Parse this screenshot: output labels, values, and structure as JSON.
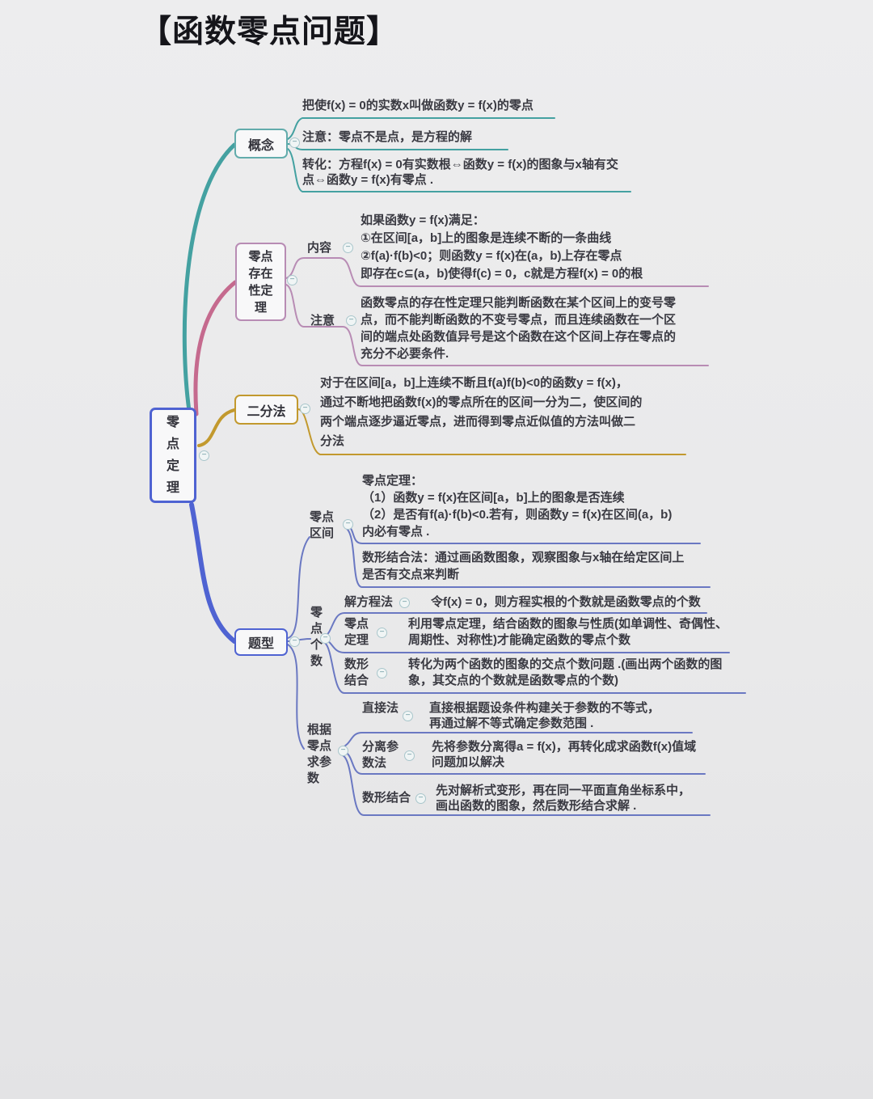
{
  "title": "【函数零点问题】",
  "icons": {
    "collapse": "−"
  },
  "colors": {
    "teal": "#44a1a1",
    "tealbox": "#63acac",
    "rose": "#c56a8e",
    "mauve": "#b88cb4",
    "gold": "#c2992e",
    "blue": "#4f63d2",
    "peri": "#6a78c2"
  },
  "root": {
    "label": "零点定理"
  },
  "branches": {
    "concept": {
      "label": "概念",
      "items": [
        {
          "text": "把使f(x) = 0的实数x叫做函数y = f(x)的零点"
        },
        {
          "text": "注意：零点不是点，是方程的解"
        },
        {
          "text": "转化：方程f(x) = 0有实数根⇔函数y = f(x)的图象与x轴有交\n点⇔函数y = f(x)有零点 ."
        }
      ]
    },
    "existence": {
      "label": "零点存在性定理",
      "content": {
        "label": "内容",
        "text": "如果函数y = f(x)满足：\n①在区间[a，b]上的图象是连续不断的一条曲线\n②f(a)·f(b)<0；则函数y = f(x)在(a，b)上存在零点\n即存在c⊆(a，b)使得f(c) = 0，c就是方程f(x) = 0的根"
      },
      "note": {
        "label": "注意",
        "text": "函数零点的存在性定理只能判断函数在某个区间上的变号零\n点，而不能判断函数的不变号零点，而且连续函数在一个区\n间的端点处函数值异号是这个函数在这个区间上存在零点的\n充分不必要条件."
      }
    },
    "bisection": {
      "label": "二分法",
      "text": "对于在区间[a，b]上连续不断且f(a)f(b)<0的函数y = f(x)，\n通过不断地把函数f(x)的零点所在的区间一分为二，使区间的\n两个端点逐步逼近零点，进而得到零点近似值的方法叫做二\n分法"
    },
    "types": {
      "label": "题型",
      "interval": {
        "label": "零点区间",
        "theorem": "零点定理：\n（1）函数y = f(x)在区间[a，b]上的图象是否连续\n（2）是否有f(a)·f(b)<0.若有，则函数y = f(x)在区间(a，b)\n内必有零点 .",
        "graph": "数形结合法：通过画函数图象，观察图象与x轴在给定区间上\n是否有交点来判断"
      },
      "count": {
        "label": "零点个数",
        "methods": [
          {
            "label": "解方程法",
            "text": "令f(x) = 0，则方程实根的个数就是函数零点的个数"
          },
          {
            "label": "零点定理",
            "text": "利用零点定理，结合函数的图象与性质(如单调性、奇偶性、\n周期性、对称性)才能确定函数的零点个数"
          },
          {
            "label": "数形结合",
            "text": "转化为两个函数的图象的交点个数问题 .(画出两个函数的图\n象，其交点的个数就是函数零点的个数)"
          }
        ]
      },
      "param": {
        "label": "根据零点求参数",
        "methods": [
          {
            "label": "直接法",
            "text": "直接根据题设条件构建关于参数的不等式，\n再通过解不等式确定参数范围 ."
          },
          {
            "label": "分离参数法",
            "text": "先将参数分离得a = f(x)，再转化成求函数f(x)值域\n问题加以解决"
          },
          {
            "label": "数形结合",
            "text": "先对解析式变形，再在同一平面直角坐标系中，\n画出函数的图象，然后数形结合求解 ."
          }
        ]
      }
    }
  }
}
